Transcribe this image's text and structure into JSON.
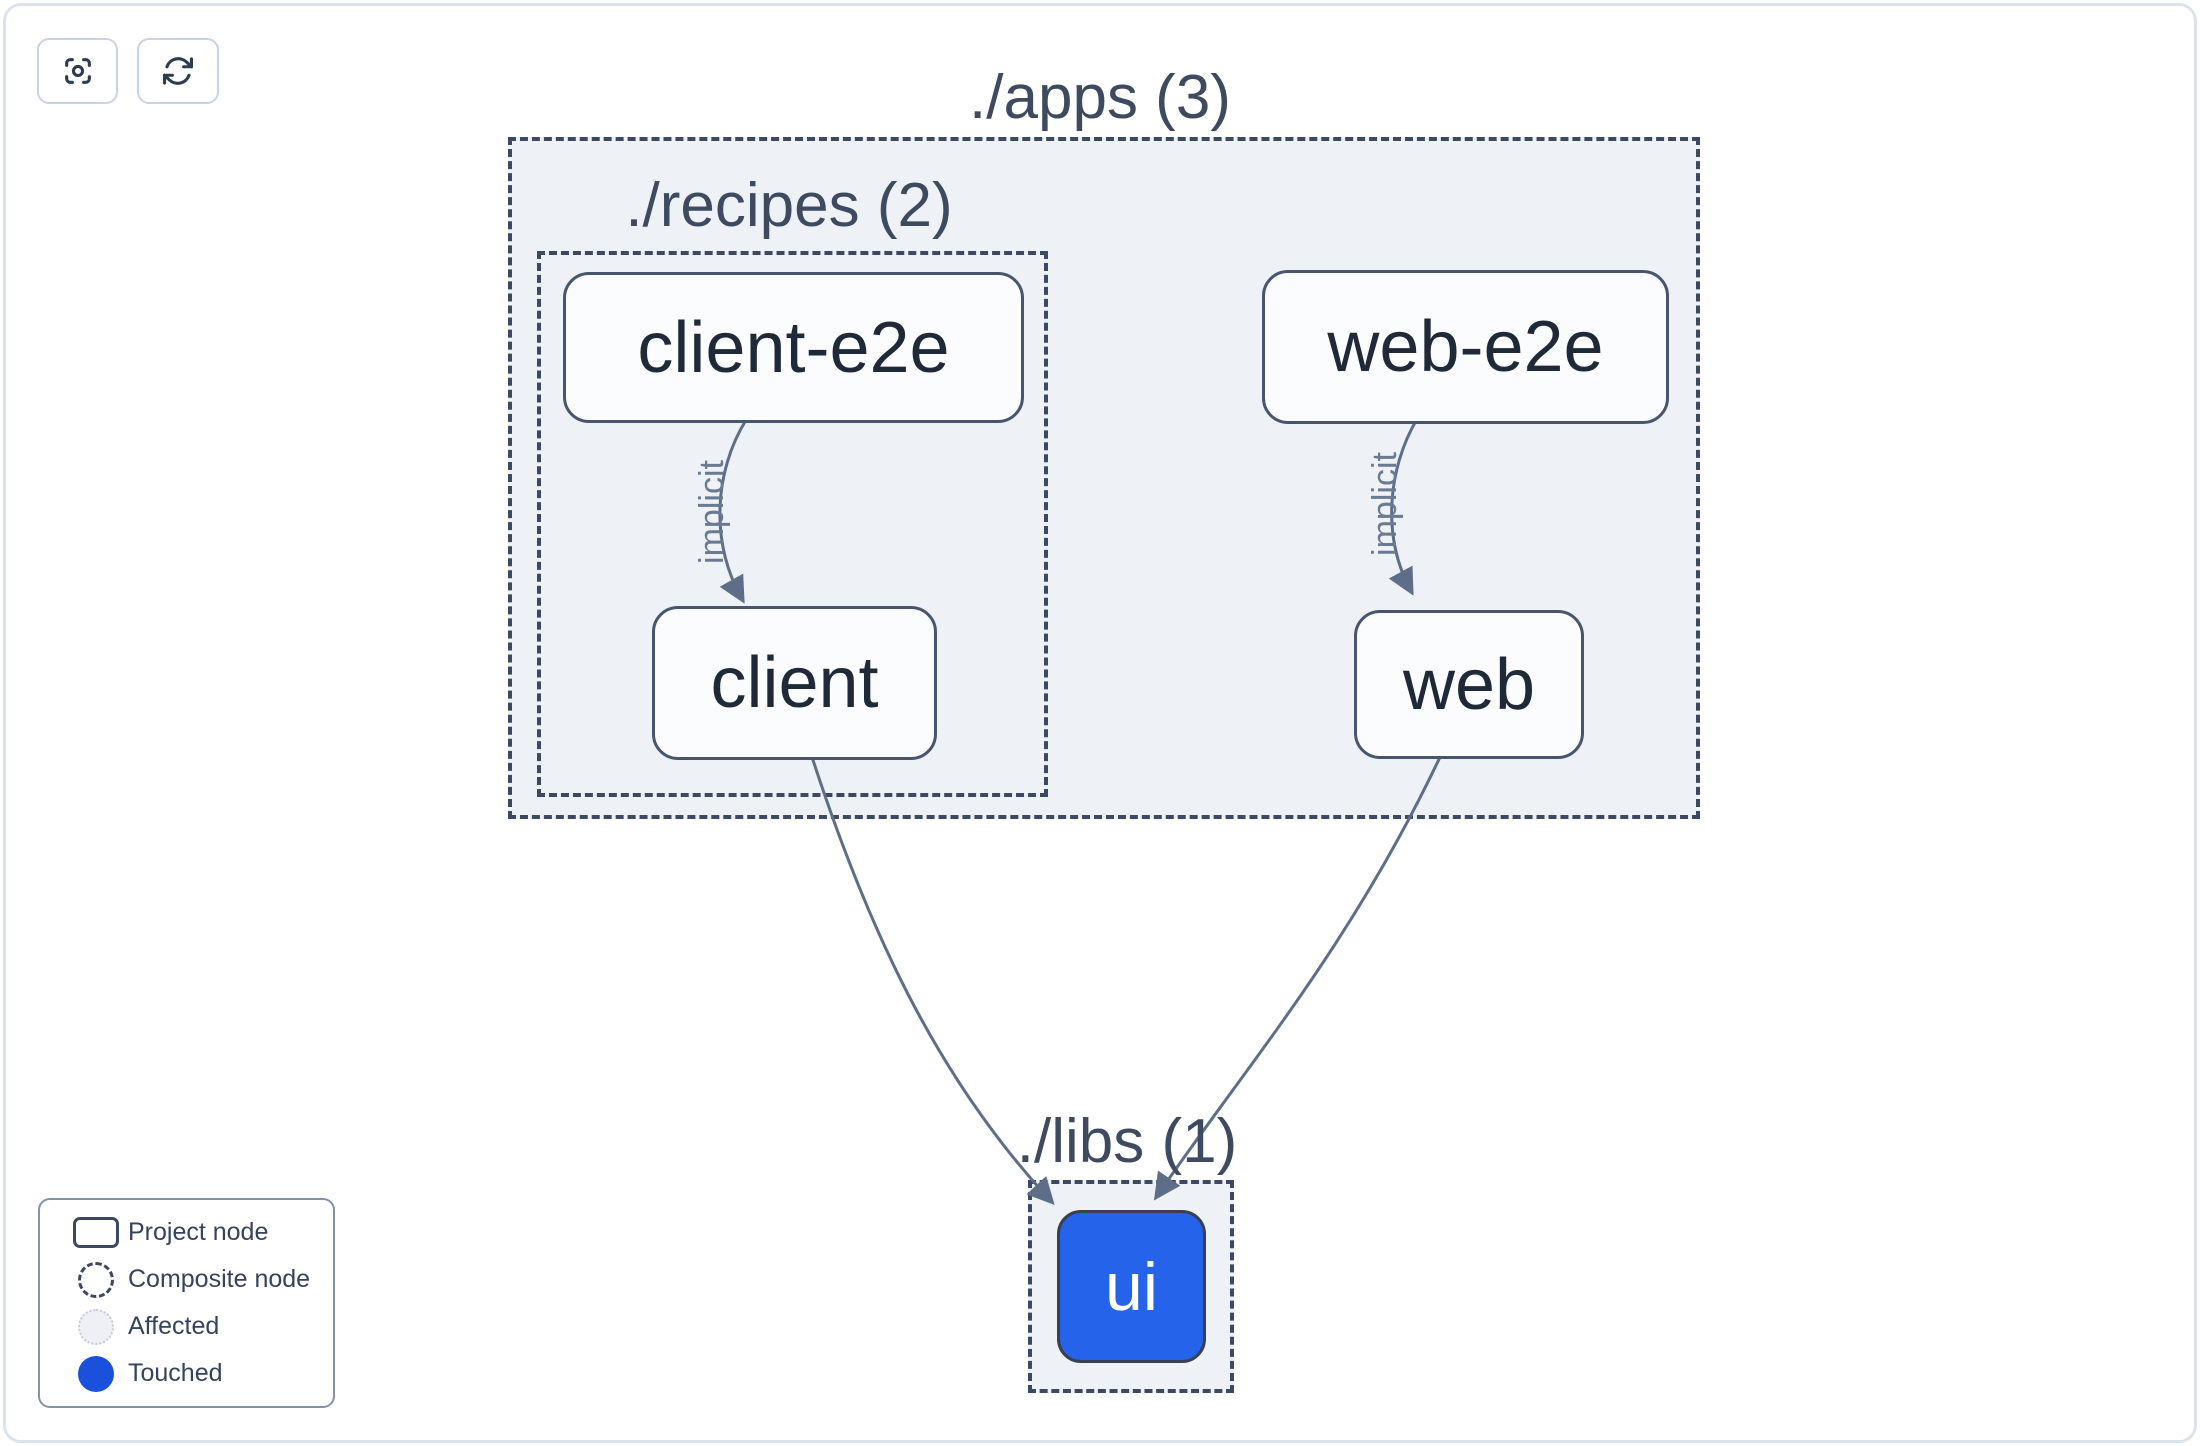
{
  "toolbar": {
    "buttons": [
      {
        "name": "focus-center",
        "icon": "crosshair-focus-icon"
      },
      {
        "name": "refresh",
        "icon": "refresh-icon"
      }
    ]
  },
  "graph": {
    "containers": [
      {
        "id": "apps",
        "label": "./apps (3)",
        "count": 3
      },
      {
        "id": "recipes",
        "label": "./recipes (2)",
        "count": 2
      },
      {
        "id": "libs",
        "label": "./libs (1)",
        "count": 1
      }
    ],
    "nodes": [
      {
        "id": "client-e2e",
        "label": "client-e2e",
        "state": "default"
      },
      {
        "id": "web-e2e",
        "label": "web-e2e",
        "state": "default"
      },
      {
        "id": "client",
        "label": "client",
        "state": "default"
      },
      {
        "id": "web",
        "label": "web",
        "state": "default"
      },
      {
        "id": "ui",
        "label": "ui",
        "state": "touched"
      }
    ],
    "edges": [
      {
        "from": "client-e2e",
        "to": "client",
        "label": "implicit"
      },
      {
        "from": "web-e2e",
        "to": "web",
        "label": "implicit"
      },
      {
        "from": "client",
        "to": "ui",
        "label": ""
      },
      {
        "from": "web",
        "to": "ui",
        "label": ""
      }
    ]
  },
  "legend": {
    "items": [
      {
        "icon": "project-node-swatch",
        "label": "Project node"
      },
      {
        "icon": "composite-node-swatch",
        "label": "Composite node"
      },
      {
        "icon": "affected-swatch",
        "label": "Affected"
      },
      {
        "icon": "touched-swatch",
        "label": "Touched"
      }
    ]
  },
  "colors": {
    "touched_node_blue": "#2563eb",
    "legend_touched_blue": "#1a50dc",
    "container_fill": "#eef1f6",
    "dashed_border": "#3d4961",
    "node_border": "#49556c",
    "node_fill": "#fbfcfd",
    "edge": "#5f6e88",
    "container_label_text": "#3e4a5f",
    "node_text": "#1f2937",
    "page_border": "#dde3ee"
  }
}
